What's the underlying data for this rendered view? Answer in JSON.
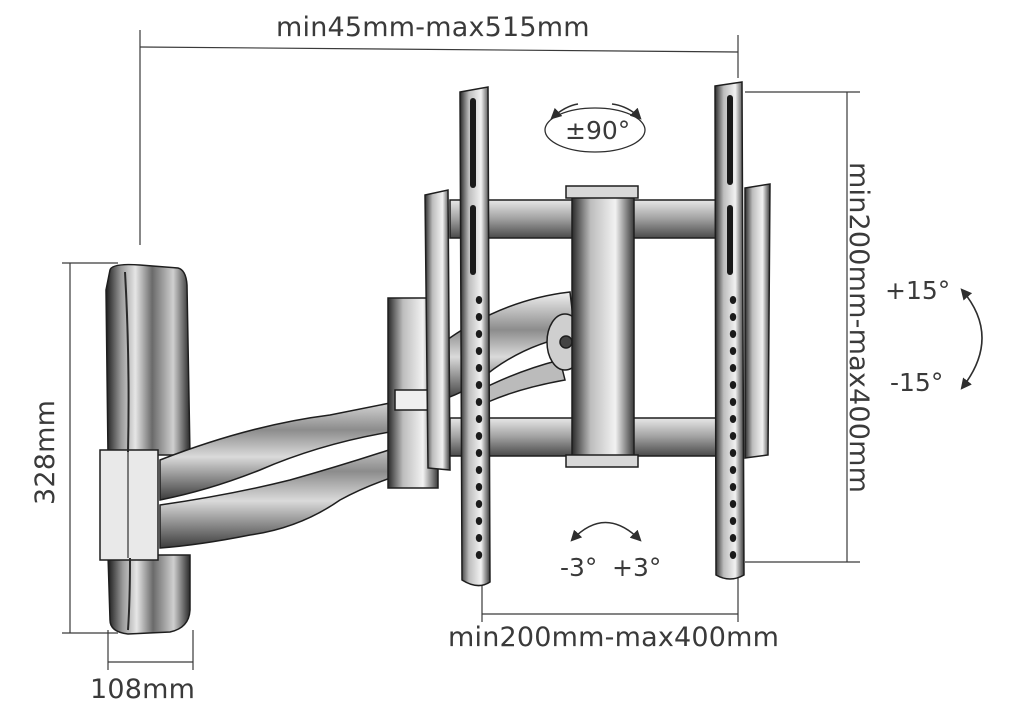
{
  "dimensions": {
    "top_width": "min45mm-max515mm",
    "right_height": "min200mm-max400mm",
    "bottom_width": "min200mm-max400mm",
    "left_height": "328mm",
    "plate_width": "108mm"
  },
  "angles": {
    "rotation": "±90°",
    "tilt_up": "+15°",
    "tilt_down": "-15°",
    "level_minus": "-3°",
    "level_plus": "+3°"
  },
  "colors": {
    "line": "#3a3a3a",
    "shade_dark": "#2e2e2e",
    "shade_mid": "#8a8a8a",
    "shade_light": "#d6d6d6",
    "background": "#ffffff"
  }
}
